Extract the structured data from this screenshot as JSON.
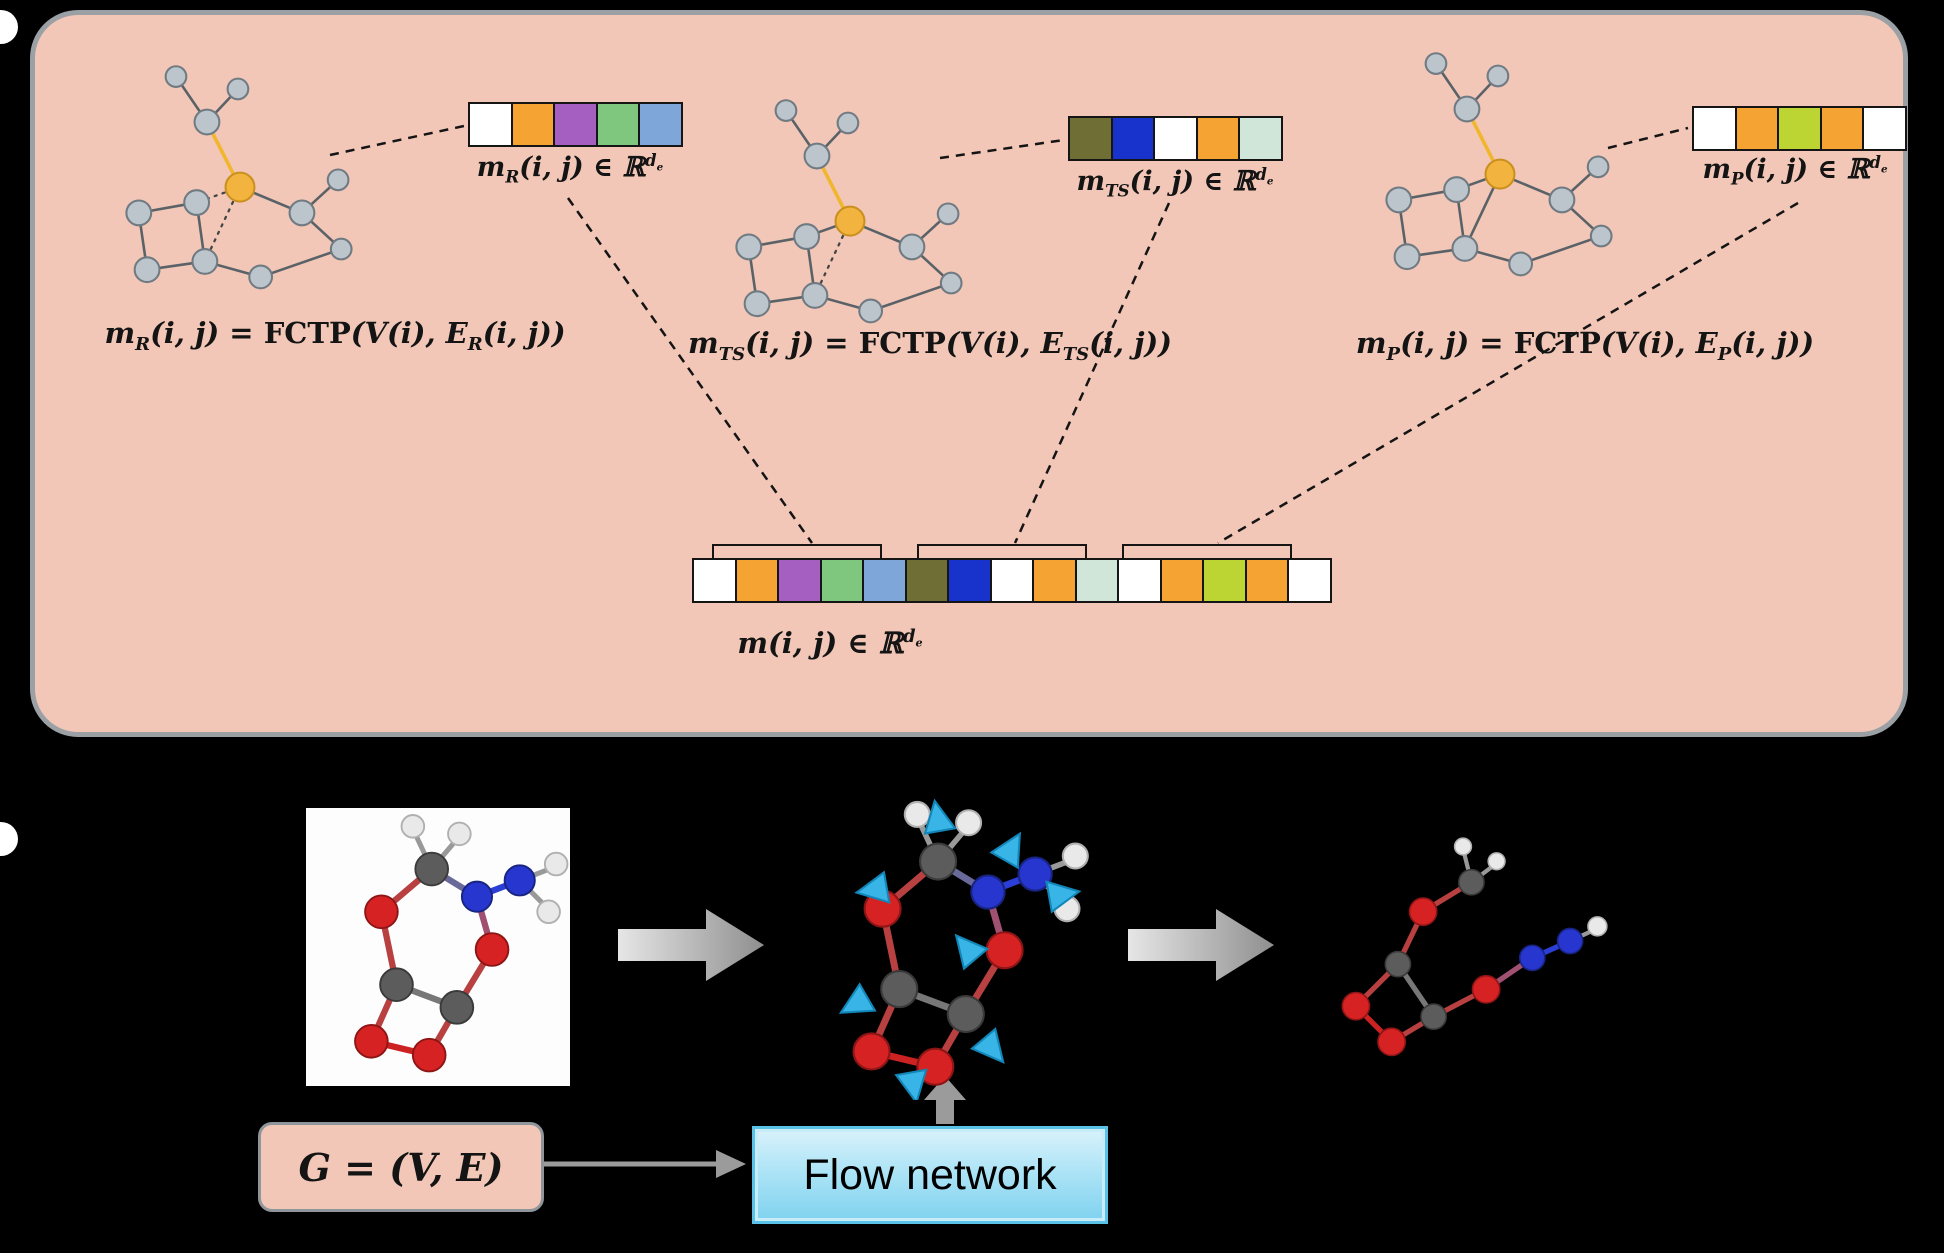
{
  "colors": {
    "panel_background": "#f2c7b7",
    "panel_border": "#9aa0a4",
    "highlight_node_orange": "#f3b33f",
    "flow_box_cyan": "#aee4f6",
    "velocity_arrow_cyan": "#38b5e6",
    "atom_oxygen_red": "#d62222",
    "atom_nitrogen_blue": "#2636cf",
    "atom_carbon_gray": "#5c5c5c",
    "atom_hydrogen_white": "#e9e9e9"
  },
  "top_panel": {
    "r": {
      "vector_cells": [
        "#ffffff",
        "#f5a333",
        "#a55fc0",
        "#7fc67f",
        "#7fa6d9"
      ],
      "vector_label": "m_{R}(i, j) ∈ ℝ^{d_{e}}",
      "equation": "m_{R}(i, j) = @{FCTP}(V(i), E_{R}(i, j))"
    },
    "ts": {
      "vector_cells": [
        "#6e6e35",
        "#1733cc",
        "#ffffff",
        "#f5a333",
        "#cfe6d8"
      ],
      "vector_label": "m_{TS}(i, j) ∈ ℝ^{d_{e}}",
      "equation": "m_{TS}(i, j) = @{FCTP}(V(i), E_{TS}(i, j))"
    },
    "p": {
      "vector_cells": [
        "#ffffff",
        "#f5a333",
        "#bcd532",
        "#f5a333",
        "#ffffff"
      ],
      "vector_label": "m_{P}(i, j) ∈ ℝ^{d_{e}}",
      "equation": "m_{P}(i, j) = @{FCTP}(V(i), E_{P}(i, j))"
    },
    "concat": {
      "cells": [
        "#ffffff",
        "#f5a333",
        "#a55fc0",
        "#7fc67f",
        "#7fa6d9",
        "#6e6e35",
        "#1733cc",
        "#ffffff",
        "#f5a333",
        "#cfe6d8",
        "#ffffff",
        "#f5a333",
        "#bcd532",
        "#f5a333",
        "#ffffff"
      ],
      "label": "m(i, j) ∈ ℝ^{d_{e}}"
    }
  },
  "bottom_panel": {
    "graph_definition_label": "G = (V, E)",
    "flow_network_label": "Flow network"
  }
}
